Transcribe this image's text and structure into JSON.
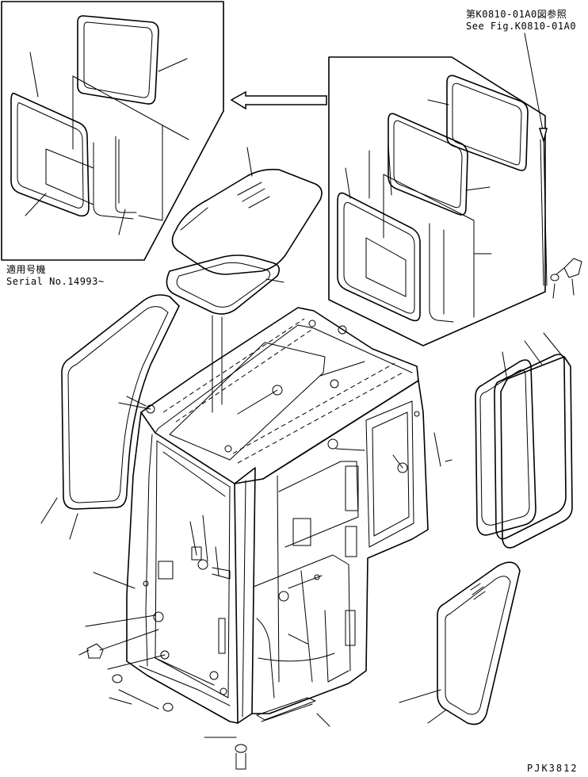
{
  "reference": {
    "line1": "第K0810-01A0図参照",
    "line2": "See Fig.K0810-01A0"
  },
  "serial": {
    "line1": "適用号機",
    "line2": "Serial No.14993~"
  },
  "drawing_code": "PJK3812"
}
